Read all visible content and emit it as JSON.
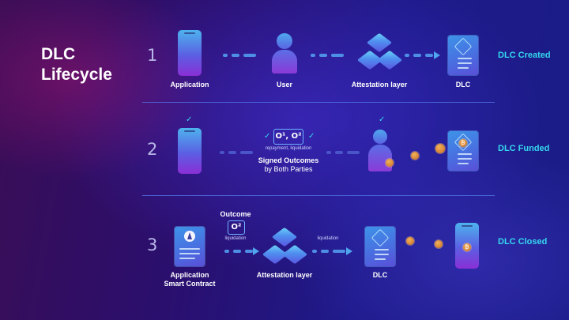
{
  "title_line1": "DLC",
  "title_line2": "Lifecycle",
  "rows": [
    {
      "number": "1",
      "status": "DLC Created",
      "labels": {
        "application": "Application",
        "user": "User",
        "attestation": "Attestation layer",
        "dlc": "DLC"
      }
    },
    {
      "number": "2",
      "status": "DLC Funded",
      "outcomes": "O¹, O²",
      "outcomes_caption": "repayment, liquidation",
      "signed_line1": "Signed Outcomes",
      "signed_line2": "by Both Parties"
    },
    {
      "number": "3",
      "status": "DLC Closed",
      "outcome_title": "Outcome",
      "outcome_symbol": "O²",
      "outcome_caption": "liquidation",
      "arrow_caption": "liquidation",
      "labels": {
        "application_line1": "Application",
        "application_line2": "Smart Contract",
        "attestation": "Attestation layer",
        "dlc": "DLC"
      }
    }
  ],
  "colors": {
    "accent": "#35d8ee",
    "divider": "#4d6fe0",
    "coin": "#e08a35"
  },
  "icons": [
    "phone-icon",
    "user-icon",
    "cubes-icon",
    "contract-icon",
    "bitcoin-coin-icon",
    "ethereum-icon",
    "check-icon"
  ]
}
